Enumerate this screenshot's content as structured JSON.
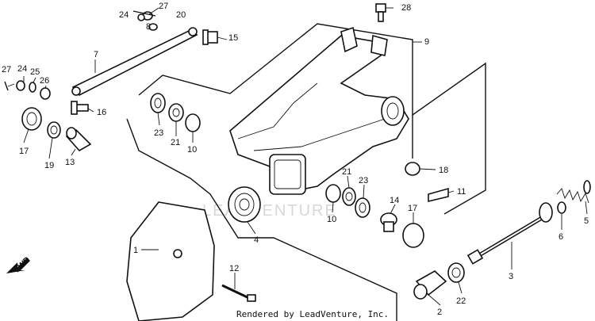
{
  "watermark": "LEADVENTURE",
  "credit": "Rendered by LeadVenture, Inc.",
  "fwd": "FWD",
  "callouts": {
    "c1": "1",
    "c2": "2",
    "c3": "3",
    "c4": "4",
    "c5": "5",
    "c6": "6",
    "c7": "7",
    "c8": "8",
    "c9": "9",
    "c10a": "10",
    "c10b": "10",
    "c11": "11",
    "c12": "12",
    "c13": "13",
    "c14": "14",
    "c15": "15",
    "c16": "16",
    "c17a": "17",
    "c17b": "17",
    "c18": "18",
    "c19": "19",
    "c20": "20",
    "c21a": "21",
    "c21b": "21",
    "c22": "22",
    "c23a": "23",
    "c23b": "23",
    "c24a": "24",
    "c24b": "24",
    "c25": "25",
    "c26": "26",
    "c27a": "27",
    "c27b": "27",
    "c28": "28"
  }
}
